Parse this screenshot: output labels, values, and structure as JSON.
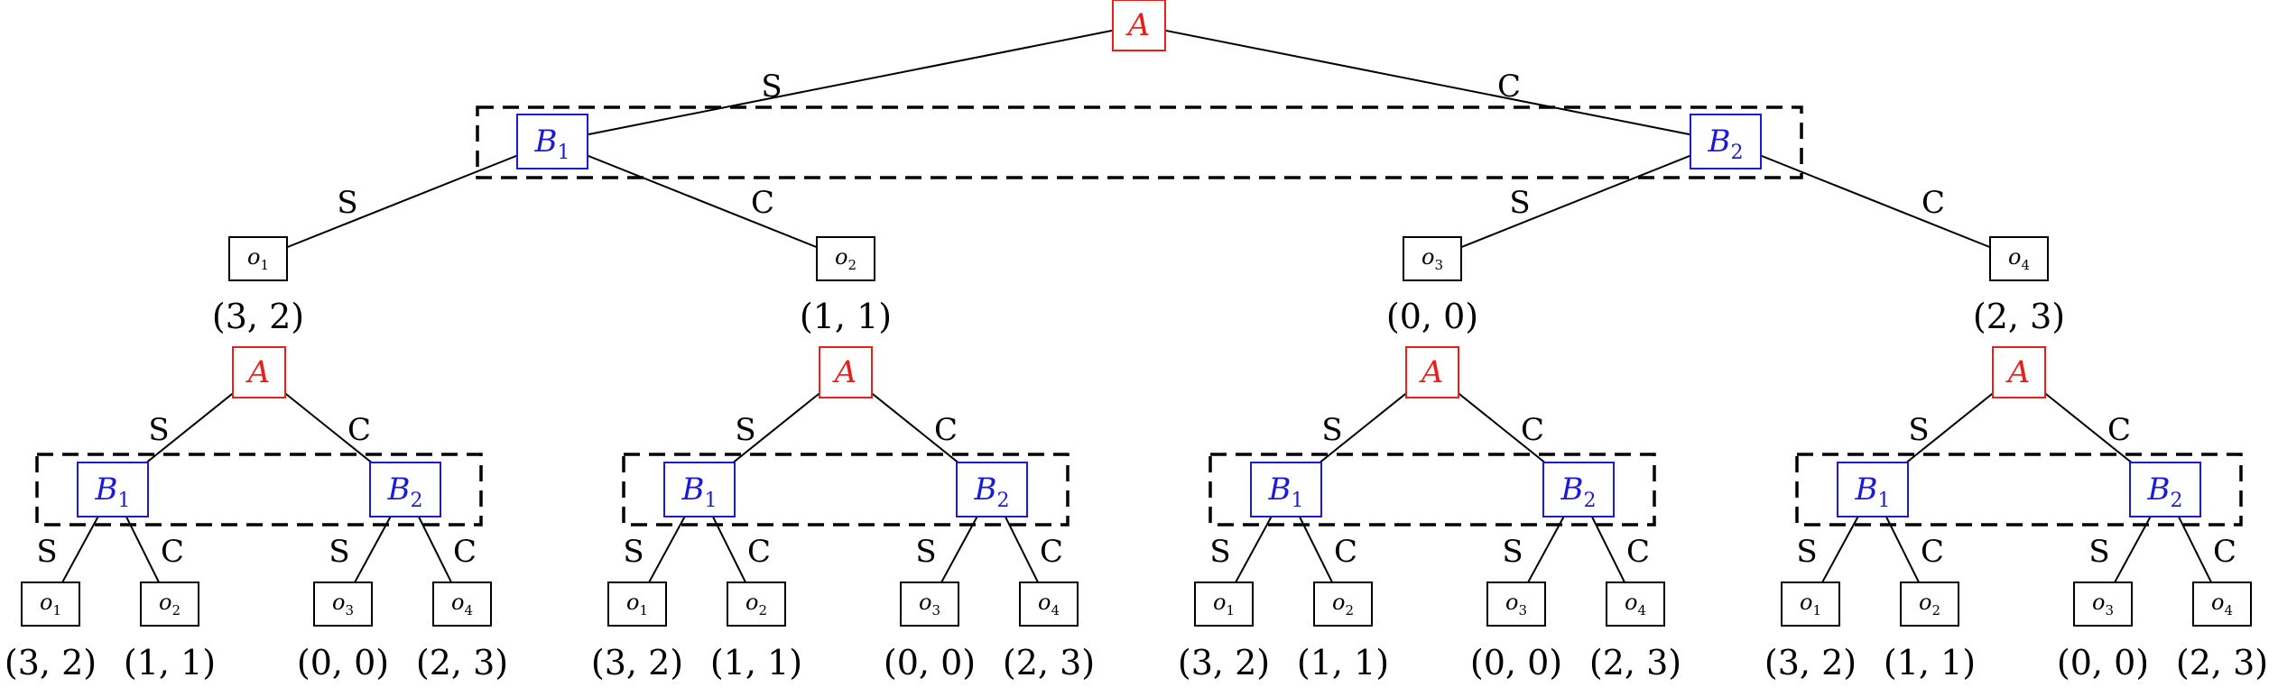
{
  "colors": {
    "A": "#e8201c",
    "B": "#1b1bd6",
    "O": "#000000"
  },
  "root": {
    "node": {
      "base": "A"
    },
    "edges": [
      "S",
      "C"
    ],
    "info_set": [
      "B1",
      "B2"
    ],
    "children": [
      {
        "node": {
          "base": "B",
          "sub": "1"
        },
        "edges": [
          "S",
          "C"
        ],
        "outcomes": [
          {
            "base": "o",
            "sub": "1"
          },
          {
            "base": "o",
            "sub": "2"
          }
        ],
        "payoffs": [
          "(3, 2)",
          "(1, 1)"
        ]
      },
      {
        "node": {
          "base": "B",
          "sub": "2"
        },
        "edges": [
          "S",
          "C"
        ],
        "outcomes": [
          {
            "base": "o",
            "sub": "3"
          },
          {
            "base": "o",
            "sub": "4"
          }
        ],
        "payoffs": [
          "(0, 0)",
          "(2, 3)"
        ]
      }
    ]
  },
  "subgames": [
    {
      "node": {
        "base": "A"
      },
      "edges": [
        "S",
        "C"
      ],
      "children": [
        {
          "node": {
            "base": "B",
            "sub": "1"
          },
          "edges": [
            "S",
            "C"
          ],
          "outcomes": [
            {
              "base": "o",
              "sub": "1"
            },
            {
              "base": "o",
              "sub": "2"
            }
          ],
          "payoffs": [
            "(3, 2)",
            "(1, 1)"
          ]
        },
        {
          "node": {
            "base": "B",
            "sub": "2"
          },
          "edges": [
            "S",
            "C"
          ],
          "outcomes": [
            {
              "base": "o",
              "sub": "3"
            },
            {
              "base": "o",
              "sub": "4"
            }
          ],
          "payoffs": [
            "(0, 0)",
            "(2, 3)"
          ]
        }
      ]
    },
    {
      "node": {
        "base": "A"
      },
      "edges": [
        "S",
        "C"
      ],
      "children": [
        {
          "node": {
            "base": "B",
            "sub": "1"
          },
          "edges": [
            "S",
            "C"
          ],
          "outcomes": [
            {
              "base": "o",
              "sub": "1"
            },
            {
              "base": "o",
              "sub": "2"
            }
          ],
          "payoffs": [
            "(3, 2)",
            "(1, 1)"
          ]
        },
        {
          "node": {
            "base": "B",
            "sub": "2"
          },
          "edges": [
            "S",
            "C"
          ],
          "outcomes": [
            {
              "base": "o",
              "sub": "3"
            },
            {
              "base": "o",
              "sub": "4"
            }
          ],
          "payoffs": [
            "(0, 0)",
            "(2, 3)"
          ]
        }
      ]
    },
    {
      "node": {
        "base": "A"
      },
      "edges": [
        "S",
        "C"
      ],
      "children": [
        {
          "node": {
            "base": "B",
            "sub": "1"
          },
          "edges": [
            "S",
            "C"
          ],
          "outcomes": [
            {
              "base": "o",
              "sub": "1"
            },
            {
              "base": "o",
              "sub": "2"
            }
          ],
          "payoffs": [
            "(3, 2)",
            "(1, 1)"
          ]
        },
        {
          "node": {
            "base": "B",
            "sub": "2"
          },
          "edges": [
            "S",
            "C"
          ],
          "outcomes": [
            {
              "base": "o",
              "sub": "3"
            },
            {
              "base": "o",
              "sub": "4"
            }
          ],
          "payoffs": [
            "(0, 0)",
            "(2, 3)"
          ]
        }
      ]
    },
    {
      "node": {
        "base": "A"
      },
      "edges": [
        "S",
        "C"
      ],
      "children": [
        {
          "node": {
            "base": "B",
            "sub": "1"
          },
          "edges": [
            "S",
            "C"
          ],
          "outcomes": [
            {
              "base": "o",
              "sub": "1"
            },
            {
              "base": "o",
              "sub": "2"
            }
          ],
          "payoffs": [
            "(3, 2)",
            "(1, 1)"
          ]
        },
        {
          "node": {
            "base": "B",
            "sub": "2"
          },
          "edges": [
            "S",
            "C"
          ],
          "outcomes": [
            {
              "base": "o",
              "sub": "3"
            },
            {
              "base": "o",
              "sub": "4"
            }
          ],
          "payoffs": [
            "(0, 0)",
            "(2, 3)"
          ]
        }
      ]
    }
  ]
}
